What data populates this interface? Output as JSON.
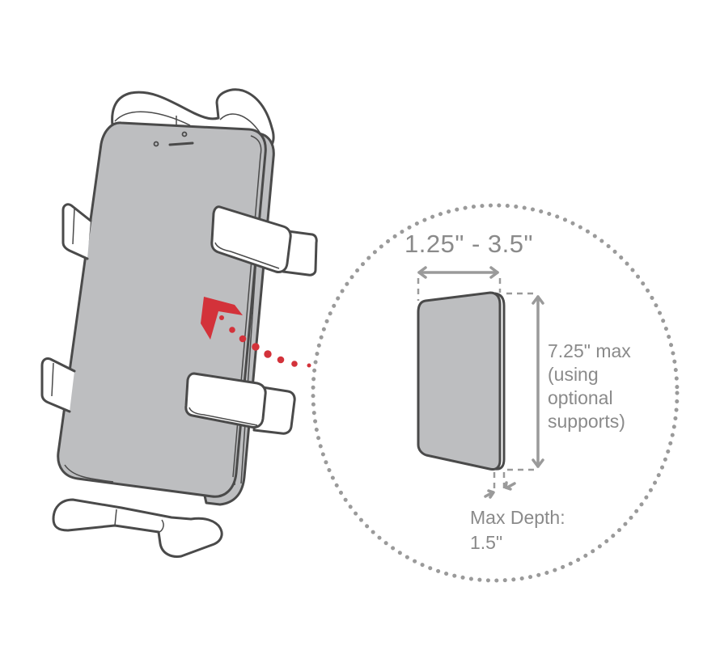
{
  "diagram": {
    "subject": "phone cradle holder with smartphone and device size specifications",
    "colors": {
      "background": "#ffffff",
      "outline": "#4a4a4a",
      "phone_fill": "#bdbec0",
      "holder_fill": "#ffffff",
      "dimension_gray": "#9a9a9a",
      "label_text": "#8a8a8a",
      "accent_red": "#d3323a"
    },
    "icons": {
      "callout_arrow": "red-corner-arrow",
      "callout_dots": "red-dotted-leader",
      "zoom_circle": "dotted-magnifier-circle"
    },
    "dimensions": {
      "width": {
        "label": "1.25\" - 3.5\""
      },
      "height": {
        "line1": "7.25\" max",
        "line2": "(using",
        "line3": "optional",
        "line4": "supports)"
      },
      "depth": {
        "line1": "Max Depth:",
        "line2": "1.5\""
      }
    }
  }
}
